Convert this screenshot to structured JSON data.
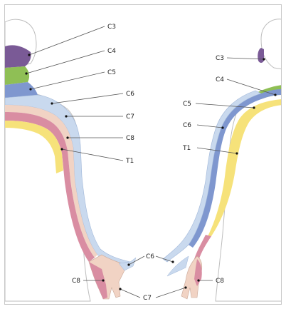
{
  "labels": {
    "left": {
      "c3": "C3",
      "c4": "C4",
      "c5": "C5",
      "c6": "C6",
      "c7": "C7",
      "c8": "C8",
      "t1": "T1"
    },
    "right": {
      "c3": "C3",
      "c4": "C4",
      "c5": "C5",
      "c6": "C6",
      "t1": "T1"
    },
    "hands": {
      "c6": "C6",
      "c7": "C7",
      "c8_left": "C8",
      "c8_right": "C8"
    }
  },
  "colors": {
    "C3": "#7a5a96",
    "C4": "#8fbf55",
    "C5": "#7f97cf",
    "C6": "#c9d9ee",
    "C7": "#f1d3c4",
    "C8": "#d98da2",
    "T1": "#f6e27a",
    "outline": "#bdbdbd"
  }
}
